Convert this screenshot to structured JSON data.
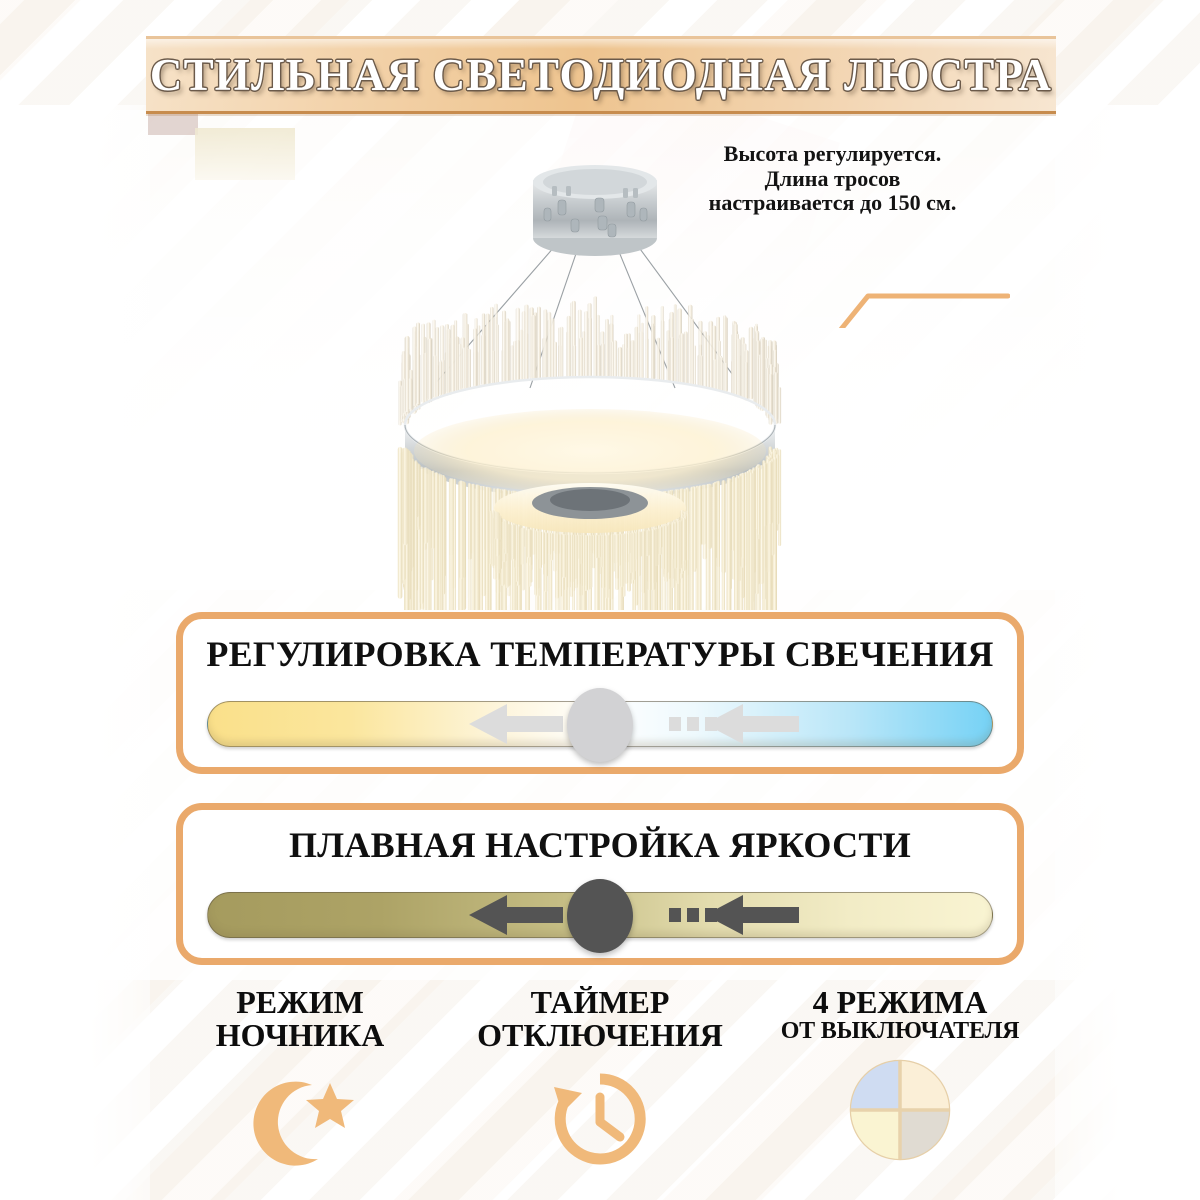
{
  "header": {
    "title": "СТИЛЬНАЯ СВЕТОДИОДНАЯ ЛЮСТРА",
    "banner_bg_start": "#f6e2c8",
    "banner_bg_end": "#f7e6d1",
    "title_color": "#ffffff"
  },
  "callout": {
    "line1": "Высота регулируется.",
    "line2": "Длина тросов",
    "line3": "настраивается до 150 см.",
    "leader_color": "#eeb376"
  },
  "product": {
    "name": "led-crystal-ring-chandelier",
    "ring_color": "#cfd2d4",
    "canopy_color": "#c9cdd0",
    "glow_color": "#fdf3d8"
  },
  "panels": [
    {
      "id": "temperature",
      "title": "РЕГУЛИРОВКА ТЕМПЕРАТУРЫ СВЕЧЕНИЯ",
      "border_color": "#eaa96b",
      "bar_start_color": "#fae08a",
      "bar_mid_color": "#ffffff",
      "bar_end_color": "#76d2f5",
      "knob_color": "#d2d2d4",
      "arrow_color": "#d9d9d9",
      "knob_position_percent": 50
    },
    {
      "id": "brightness",
      "title": "ПЛАВНАЯ НАСТРОЙКА ЯРКОСТИ",
      "border_color": "#eaa96b",
      "bar_start_color": "#a59b5e",
      "bar_mid_color": "#d8d0a0",
      "bar_end_color": "#f9f4d2",
      "knob_color": "#545454",
      "arrow_color": "#545454",
      "knob_position_percent": 50
    }
  ],
  "features": [
    {
      "line1": "РЕЖИМ",
      "line2": "НОЧНИКА",
      "icon": "moon-star-icon",
      "icon_color": "#f0b97a"
    },
    {
      "line1": "ТАЙМЕР",
      "line2": "ОТКЛЮЧЕНИЯ",
      "icon": "timer-clock-icon",
      "icon_color": "#f0b97a"
    },
    {
      "line1": "4 РЕЖИМА",
      "line2": "ОТ ВЫКЛЮЧАТЕЛЯ",
      "icon": "four-quadrant-circle-icon",
      "icon_colors": [
        "#cfdcf2",
        "#fbefd7",
        "#faf4d2",
        "#e0dbd2"
      ]
    }
  ]
}
